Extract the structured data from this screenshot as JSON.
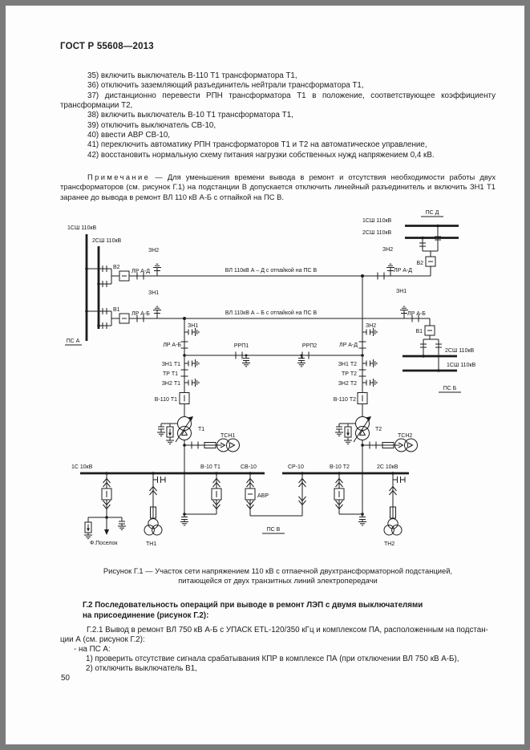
{
  "page": {
    "header": "ГОСТ Р 55608—2013",
    "page_number": "50"
  },
  "procedure_items": [
    "35) включить выключатель В-110 Т1 трансформатора Т1,",
    "36) отключить заземляющий разъединитель нейтрали трансформатора Т1,",
    "37) дистанционно перевести РПН трансформатора Т1 в положение, соответствующее коэффициенту трансформации Т2,",
    "38) включить выключатель В-10 Т1 трансформатора Т1,",
    "39) отключить выключатель СВ-10,",
    "40) ввести АВР СВ-10,",
    "41) переключить автоматику РПН трансформаторов Т1 и Т2 на автоматическое управление,",
    "42) восстановить нормальную схему питания нагрузки собственных нужд напряжением 0,4 кВ."
  ],
  "note": {
    "label": "Примечание",
    "dash": "—",
    "text": "Для уменьшения времени вывода в ремонт и отсутствия необходимости работы двух трансформаторов (см. рисунок Г.1) на подстанции В допускается отключить линейный разъединитель и включить ЗН1 Т1 заранее до вывода в ремонт ВЛ 110 кВ А-Б с отпайкой на ПС В."
  },
  "figure": {
    "caption_line1": "Рисунок Г.1 — Участок сети напряжением 110 кВ с отпаечной двухтрансформаторной подстанцией,",
    "caption_line2": "питающейся от двух транзитных линий электропередачи",
    "labels": {
      "ps_a": "ПС А",
      "ps_b": "ПС Б",
      "ps_v": "ПС В",
      "ps_d": "ПС Д",
      "bus1_a": "1СШ 110кВ",
      "bus2_a": "2СШ 110кВ",
      "bus1_d": "1СШ 110кВ",
      "bus2_d": "2СШ 110кВ",
      "bus2_b": "2СШ 110кВ",
      "bus1_b": "1СШ 110кВ",
      "v2_a": "В2",
      "v1_a": "В1",
      "v2_d": "В2",
      "v1_b": "В1",
      "lr_ad_a": "ЛР А-Д",
      "lr_ab_a": "ЛР А-Б",
      "lr_ad_d": "ЛР А-Д",
      "lr_ab_b": "ЛР А-Б",
      "zn2_a": "ЗН2",
      "zn1_a": "ЗН1",
      "zn2_d": "ЗН2",
      "zn1_b": "ЗН1",
      "line_ad": "ВЛ 110кВ А – Д с отпайкой на ПС В",
      "line_ab": "ВЛ 110кВ А – Б с отпайкой на ПС В",
      "zn1_v": "ЗН1",
      "zn2_v": "ЗН2",
      "lr_ab_v": "ЛР А-Б",
      "lr_ad_v": "ЛР А-Д",
      "rrp1": "РРП1",
      "rrp2": "РРП2",
      "zn1_t1": "ЗН1 Т1",
      "tr_t1": "ТР Т1",
      "zn2_t1": "ЗН2 Т1",
      "zn1_t2": "ЗН1 Т2",
      "tr_t2": "ТР Т2",
      "zn2_t2": "ЗН2 Т2",
      "v110_t1": "В-110 Т1",
      "v110_t2": "В-110 Т2",
      "t1": "Т1",
      "t2": "Т2",
      "tsn1": "ТСН1",
      "tsn2": "ТСН2",
      "bus_1s": "1С 10кВ",
      "bus_2s": "2С 10кВ",
      "v10_t1": "В-10 Т1",
      "sv10": "СВ-10",
      "avr": "АВР",
      "sr10": "СР-10",
      "v10_t2": "В-10 Т2",
      "feeder": "Ф.Поселок",
      "tn1": "ТН1",
      "tn2": "ТН2"
    }
  },
  "section_g2": {
    "heading_line1": "Г.2 Последовательность операций при выводе в ремонт ЛЭП с двумя выключателями",
    "heading_line2": "на присоединение (рисунок Г.2):",
    "para_g21_line1": "Г.2.1 Вывод в ремонт ВЛ 750 кВ А-Б с УПАСК ETL-120/350 кГц и комплексом ПА, расположенным на подстан-",
    "para_g21_line2": "ции А (см. рисунок Г.2):",
    "dash_item": "- на ПС А:",
    "step1": "1) проверить отсутствие сигнала срабатывания КПР в комплексе ПА (при отключении ВЛ 750 кВ А-Б),",
    "step2": "2) отключить выключатель В1,"
  }
}
